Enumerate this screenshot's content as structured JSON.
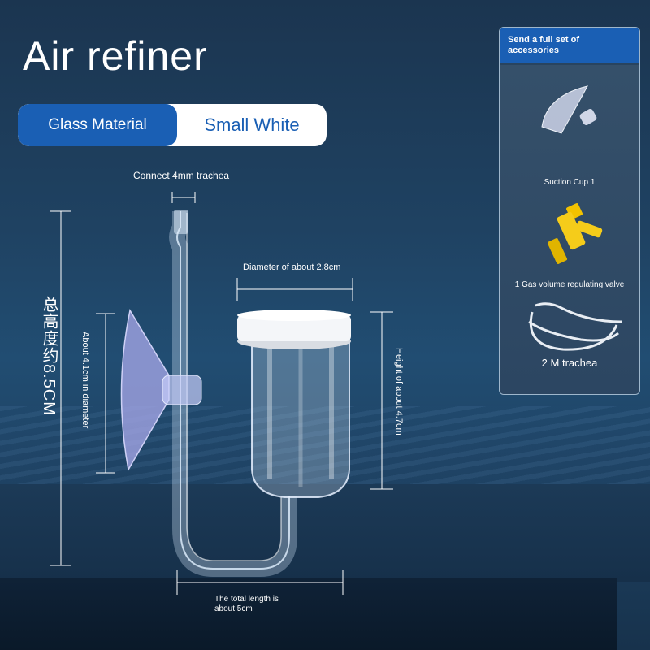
{
  "title": "Air refiner",
  "options": {
    "material": "Glass Material",
    "color": "Small White"
  },
  "dimensions": {
    "trachea_connect": "Connect 4mm trachea",
    "diameter": "Diameter of about 2.8cm",
    "total_height": "总高度约8.5CM",
    "suction_diameter": "About 4.1cm in diameter",
    "height": "Height of about 4.7cm",
    "total_length_line1": "The total length is",
    "total_length_line2": "about 5cm"
  },
  "accessories": {
    "header": "Send a full set of accessories",
    "items": [
      {
        "label": "Suction Cup 1",
        "icon": "suction-cup-icon"
      },
      {
        "label": "1 Gas volume regulating valve",
        "icon": "valve-icon"
      },
      {
        "label": "2 M trachea",
        "icon": "tubing-icon"
      }
    ]
  },
  "colors": {
    "accent": "#1a5fb4",
    "background": "#1f4262"
  }
}
